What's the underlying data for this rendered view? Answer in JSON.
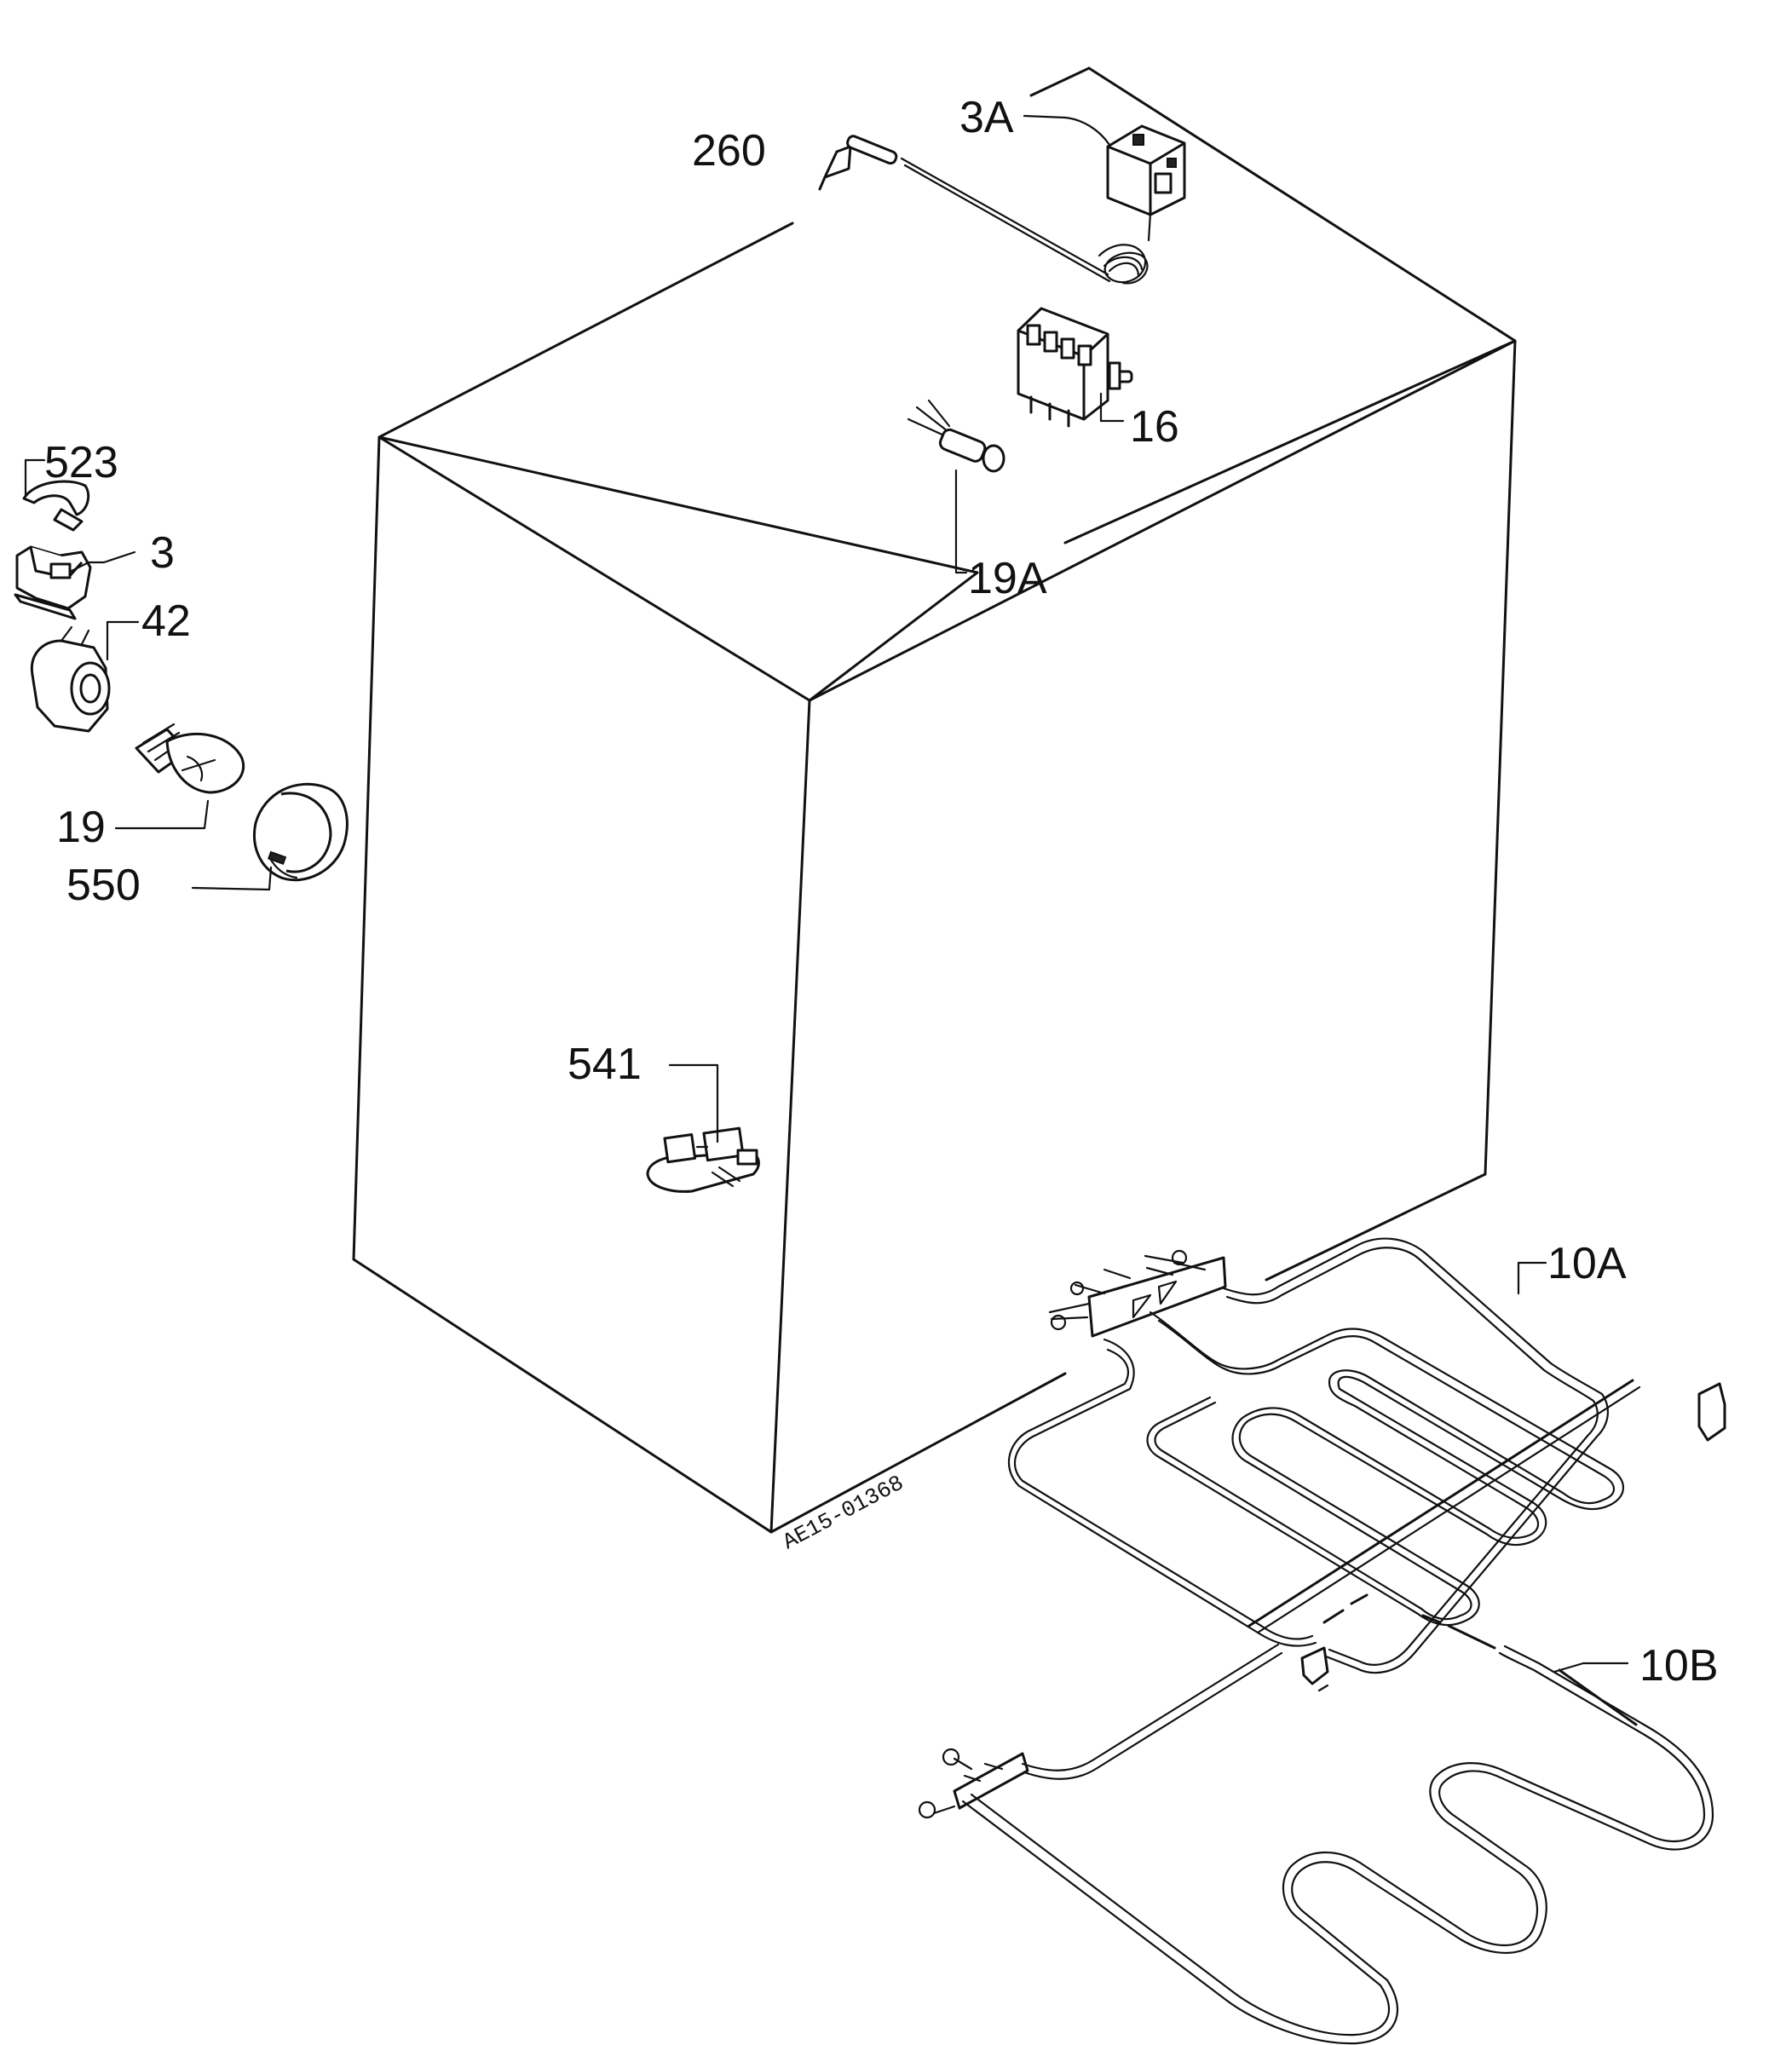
{
  "labels": {
    "l260": "260",
    "l3A": "3A",
    "l16": "16",
    "l19A": "19A",
    "l523": "523",
    "l3": "3",
    "l42": "42",
    "l19": "19",
    "l550": "550",
    "l541": "541",
    "l10A": "10A",
    "l10B": "10B"
  },
  "drawing_code": "AE15-01368"
}
